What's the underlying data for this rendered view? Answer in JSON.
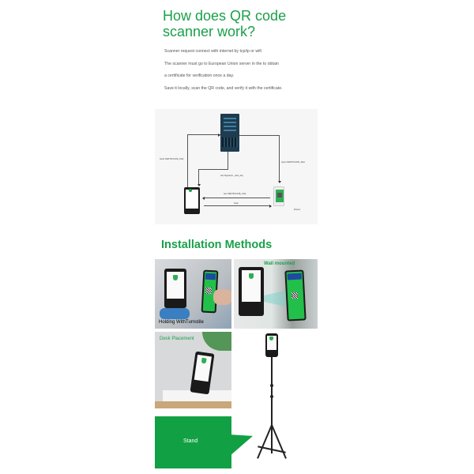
{
  "section1": {
    "title_line1": "How does QR code",
    "title_line2": "scanner work?",
    "steps": [
      "Scanner request connect with internet by tcp/ip or wifi",
      "The scanner must go to European Union server in the to obtain",
      " a certificate for verification once a day.",
      "Save it locally, scan the QR code, and verify it with the certificate."
    ]
  },
  "diagram": {
    "labels": {
      "send": "Send CERTIFICATE_SHA",
      "get_signature": "Get Signature _start_day",
      "input": "Input CERTIFICATE_SHA",
      "text": "text CERTIFICATE_SHA",
      "scan": "Scan",
      "person": "Person"
    },
    "icons": [
      "server-icon",
      "tablet-scanner-icon",
      "phone-qr-icon"
    ]
  },
  "section2": {
    "title": "Installation Methods",
    "methods": [
      {
        "caption": "Holding WithTurnstile",
        "caption_color": "#ffffff"
      },
      {
        "caption": "Wall mounted",
        "caption_color": "#1aa04a"
      },
      {
        "caption": "Desk Placement",
        "caption_color": "#1aa04a"
      },
      {
        "caption": "Stand",
        "caption_color": "#ffffff"
      }
    ]
  },
  "colors": {
    "accent": "#1aa04a",
    "stand_box": "#11a044"
  }
}
